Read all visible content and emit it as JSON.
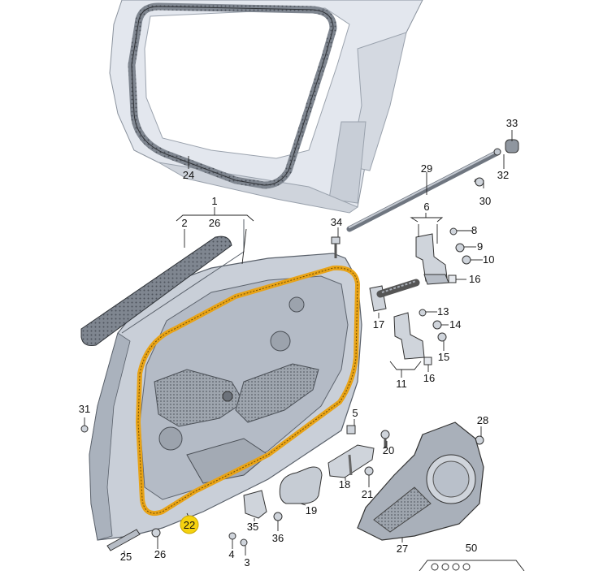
{
  "callouts": {
    "c1": "1",
    "c2": "2",
    "c3": "3",
    "c4": "4",
    "c5": "5",
    "c6": "6",
    "c8": "8",
    "c9": "9",
    "c10": "10",
    "c11": "11",
    "c13": "13",
    "c14": "14",
    "c15": "15",
    "c16a": "16",
    "c16b": "16",
    "c17": "17",
    "c18": "18",
    "c19": "19",
    "c20": "20",
    "c21": "21",
    "c22": "22",
    "c24": "24",
    "c25": "25",
    "c26a": "26",
    "c26b": "26",
    "c27": "27",
    "c28": "28",
    "c29": "29",
    "c30": "30",
    "c31": "31",
    "c32": "32",
    "c33": "33",
    "c34": "34",
    "c35": "35",
    "c36": "36",
    "c50": "50"
  },
  "colors": {
    "body_panel": "#dfe3ea",
    "body_shadow": "#b9c0cb",
    "door_shell": "#c9cfd8",
    "door_inner": "#aeb6c1",
    "seal_dark": "#3d3d3d",
    "seal_highlight": "#e8a317",
    "foam": "#8d949e",
    "metal_part": "#cfd4db",
    "callout_highlight": "#f5d20f"
  }
}
